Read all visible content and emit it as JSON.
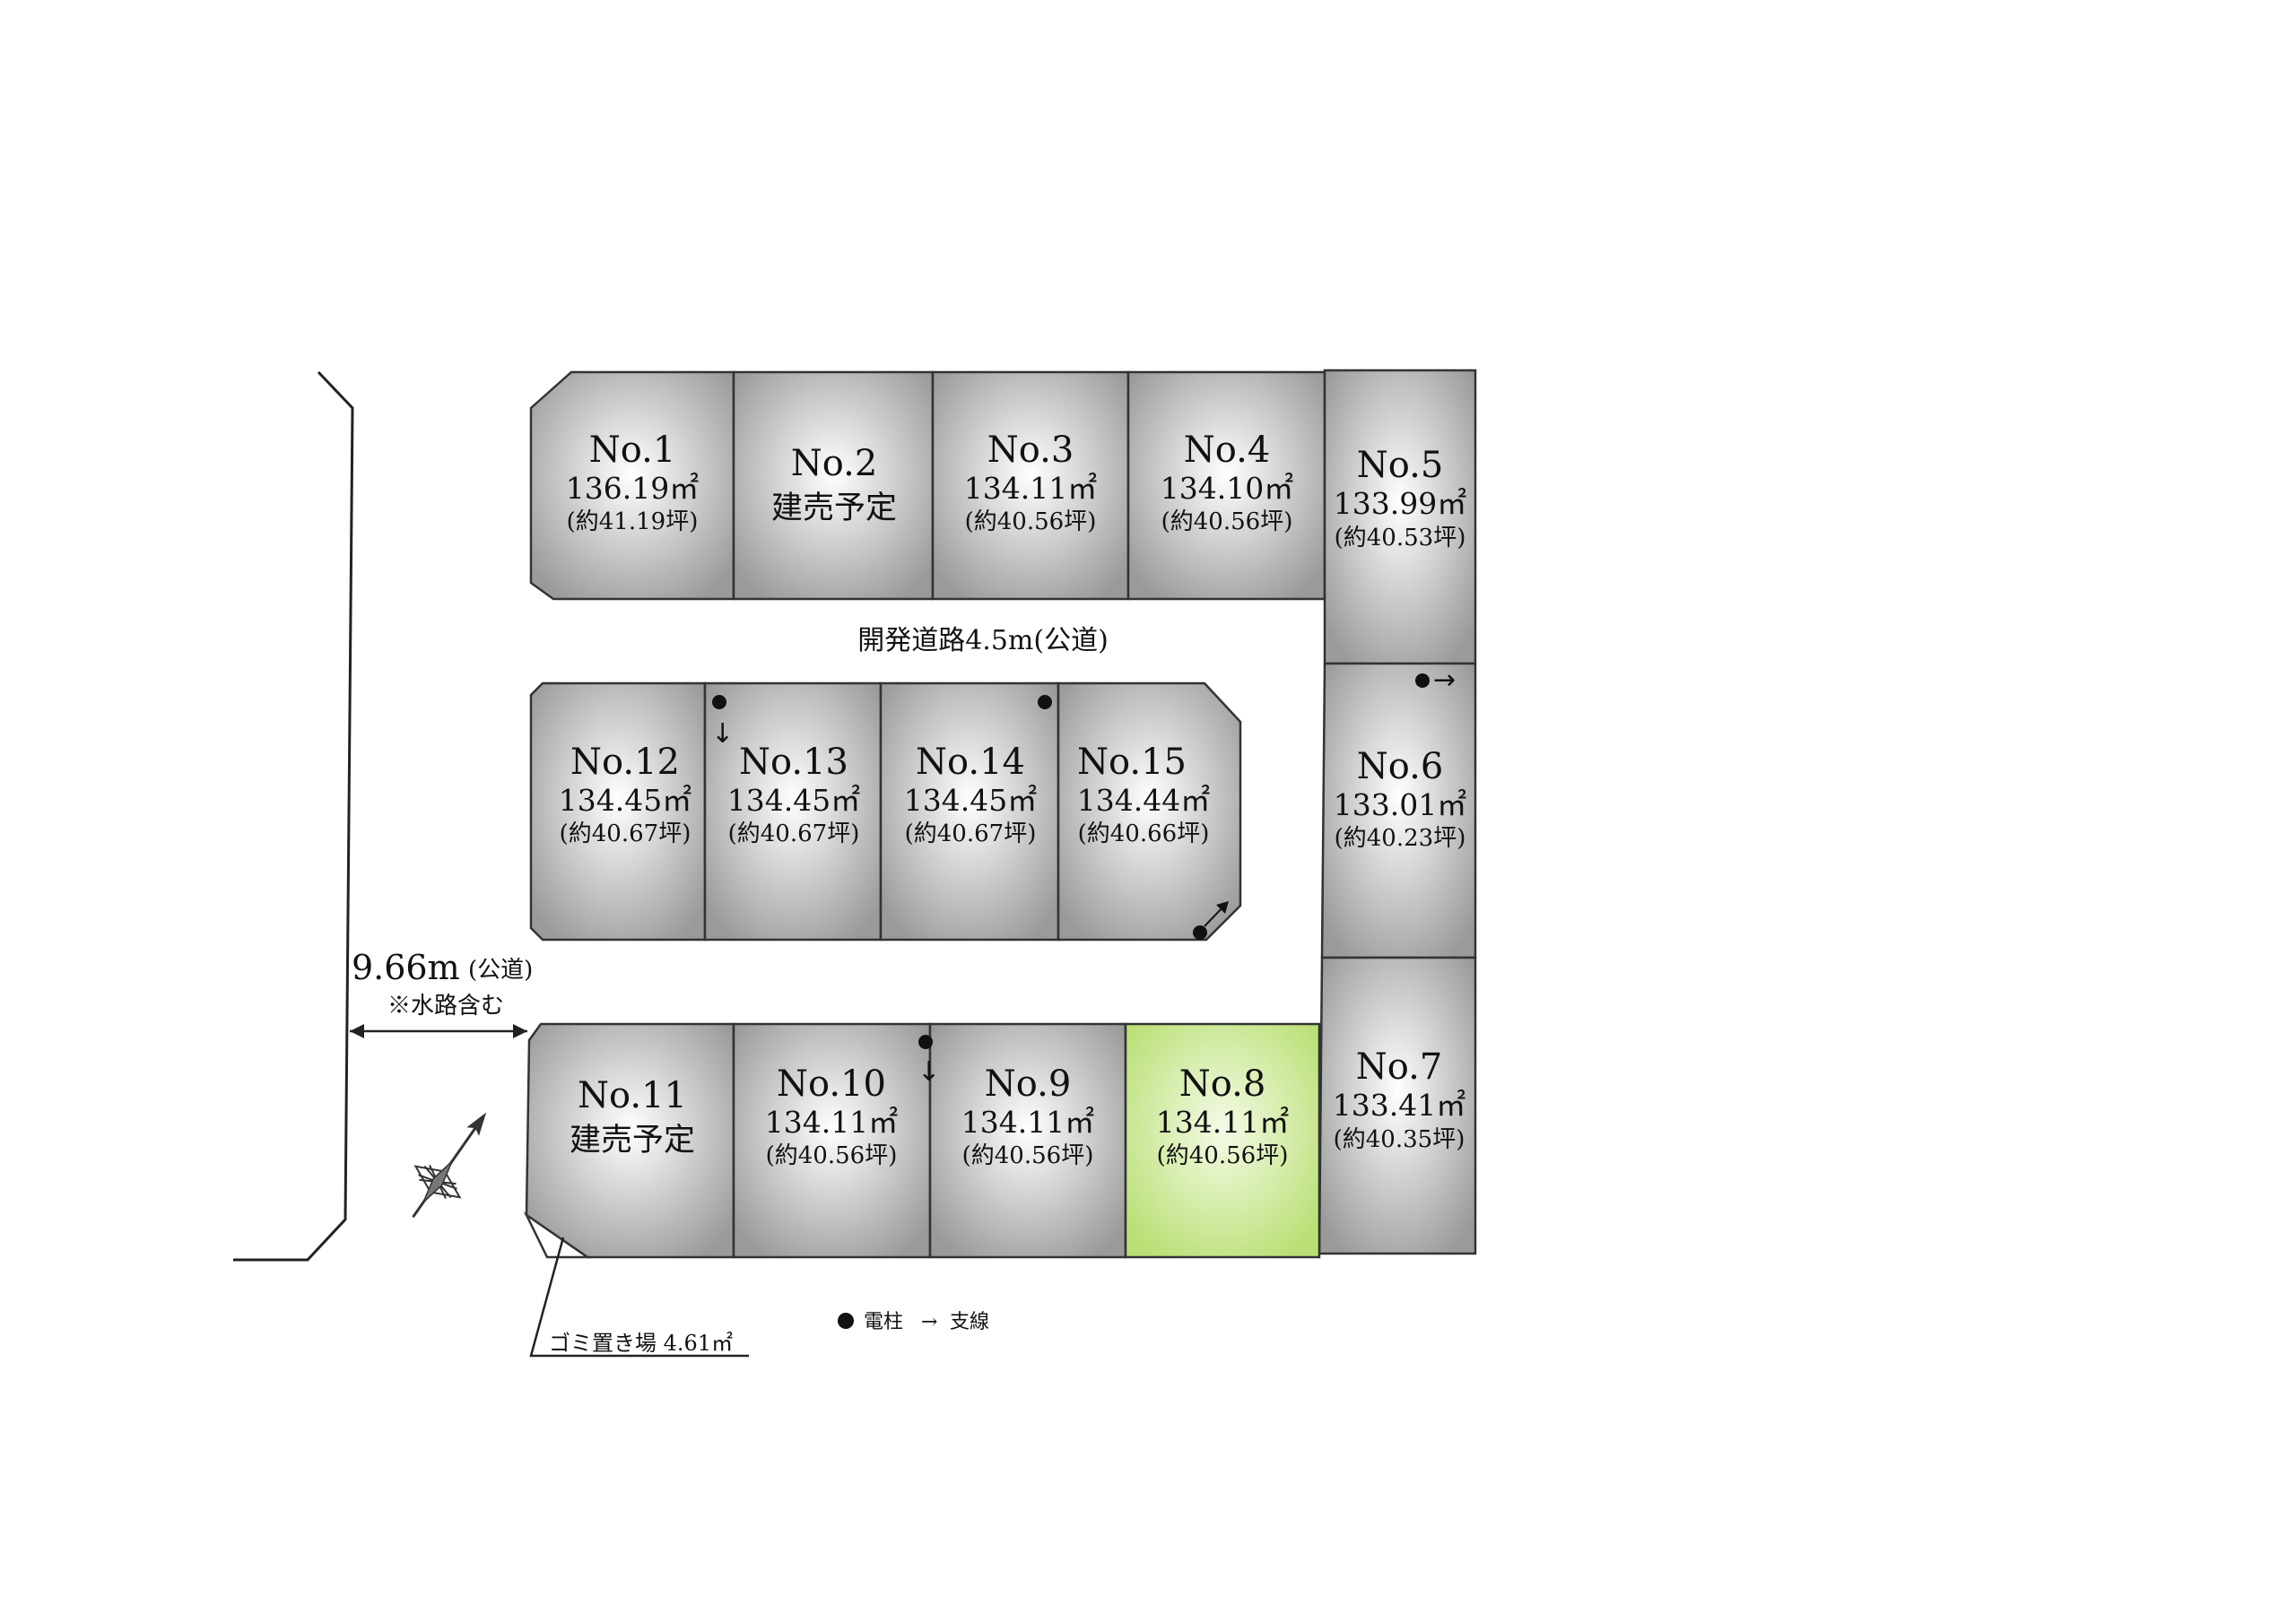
{
  "colors": {
    "lot_fill_center": "#ffffff",
    "lot_fill_edge": "#9a9a9a",
    "highlight_center": "#f4fbe6",
    "highlight_edge": "#b9df74",
    "outline": "#333333"
  },
  "lots": [
    {
      "id": "1",
      "no": "No.1",
      "area": "136.19㎡",
      "tsubo": "(約41.19坪)",
      "note": "",
      "highlight": false
    },
    {
      "id": "2",
      "no": "No.2",
      "area": "",
      "tsubo": "",
      "note": "建売予定",
      "highlight": false
    },
    {
      "id": "3",
      "no": "No.3",
      "area": "134.11㎡",
      "tsubo": "(約40.56坪)",
      "note": "",
      "highlight": false
    },
    {
      "id": "4",
      "no": "No.4",
      "area": "134.10㎡",
      "tsubo": "(約40.56坪)",
      "note": "",
      "highlight": false
    },
    {
      "id": "5",
      "no": "No.5",
      "area": "133.99㎡",
      "tsubo": "(約40.53坪)",
      "note": "",
      "highlight": false
    },
    {
      "id": "6",
      "no": "No.6",
      "area": "133.01㎡",
      "tsubo": "(約40.23坪)",
      "note": "",
      "highlight": false
    },
    {
      "id": "7",
      "no": "No.7",
      "area": "133.41㎡",
      "tsubo": "(約40.35坪)",
      "note": "",
      "highlight": false
    },
    {
      "id": "8",
      "no": "No.8",
      "area": "134.11㎡",
      "tsubo": "(約40.56坪)",
      "note": "",
      "highlight": true
    },
    {
      "id": "9",
      "no": "No.9",
      "area": "134.11㎡",
      "tsubo": "(約40.56坪)",
      "note": "",
      "highlight": false
    },
    {
      "id": "10",
      "no": "No.10",
      "area": "134.11㎡",
      "tsubo": "(約40.56坪)",
      "note": "",
      "highlight": false
    },
    {
      "id": "11",
      "no": "No.11",
      "area": "",
      "tsubo": "",
      "note": "建売予定",
      "highlight": false
    },
    {
      "id": "12",
      "no": "No.12",
      "area": "134.45㎡",
      "tsubo": "(約40.67坪)",
      "note": "",
      "highlight": false
    },
    {
      "id": "13",
      "no": "No.13",
      "area": "134.45㎡",
      "tsubo": "(約40.67坪)",
      "note": "",
      "highlight": false
    },
    {
      "id": "14",
      "no": "No.14",
      "area": "134.45㎡",
      "tsubo": "(約40.67坪)",
      "note": "",
      "highlight": false
    },
    {
      "id": "15",
      "no": "No.15",
      "area": "134.44㎡",
      "tsubo": "(約40.66坪)",
      "note": "",
      "highlight": false
    }
  ],
  "roads": {
    "internal_label": "開発道路4.5m(公道)",
    "west_width": "9.66m",
    "west_type": "(公道)",
    "west_note": "※水路含む"
  },
  "garbage": {
    "label": "ゴミ置き場 4.61㎡"
  },
  "legend": {
    "pole_symbol": "●",
    "pole_label": "電柱",
    "guy_symbol": "→",
    "guy_label": "支線"
  },
  "pole_arrows": {
    "down": "↓",
    "right": "→"
  },
  "north_icon": "north-arrow-icon"
}
